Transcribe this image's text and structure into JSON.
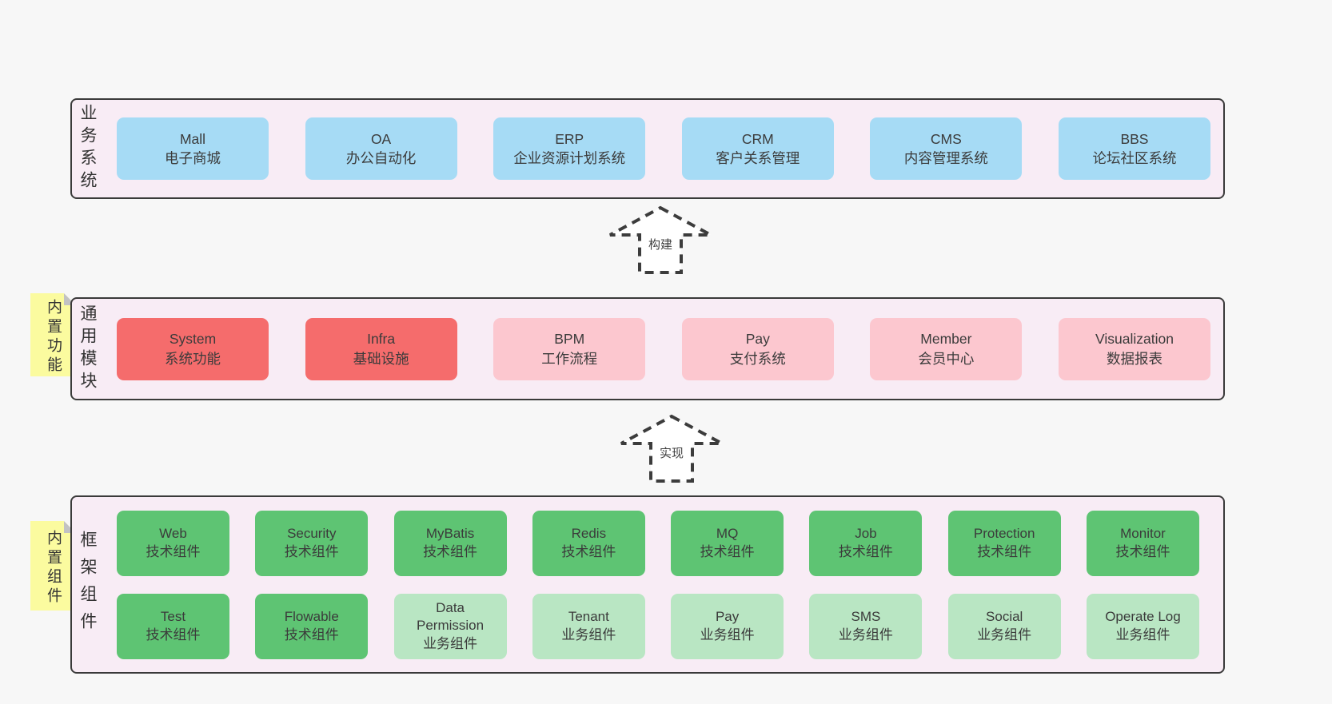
{
  "colors": {
    "page_bg": "#f7f7f7",
    "band_bg": "#f8ecf5",
    "band_border": "#3a3a3a",
    "box_blue": "#a6dbf5",
    "box_red": "#f56c6c",
    "box_pink": "#fcc7cf",
    "box_green": "#5ec473",
    "box_green_light": "#b9e6c3",
    "sticky_yellow": "#fbfb9f",
    "sticky_fold": "#c2c2c3",
    "text_dark": "#3b3b3b",
    "arrow_stroke": "#3c3c3c"
  },
  "arrows": [
    {
      "label": "构建"
    },
    {
      "label": "实现"
    }
  ],
  "bands": [
    {
      "label": "业务系统",
      "rows": [
        [
          {
            "title": "Mall",
            "subtitle": "电子商城",
            "variant": "blue"
          },
          {
            "title": "OA",
            "subtitle": "办公自动化",
            "variant": "blue"
          },
          {
            "title": "ERP",
            "subtitle": "企业资源计划系统",
            "variant": "blue"
          },
          {
            "title": "CRM",
            "subtitle": "客户关系管理",
            "variant": "blue"
          },
          {
            "title": "CMS",
            "subtitle": "内容管理系统",
            "variant": "blue"
          },
          {
            "title": "BBS",
            "subtitle": "论坛社区系统",
            "variant": "blue"
          }
        ]
      ]
    },
    {
      "label": "通用模块",
      "sticky": "内置功能",
      "rows": [
        [
          {
            "title": "System",
            "subtitle": "系统功能",
            "variant": "red"
          },
          {
            "title": "Infra",
            "subtitle": "基础设施",
            "variant": "red"
          },
          {
            "title": "BPM",
            "subtitle": "工作流程",
            "variant": "pink"
          },
          {
            "title": "Pay",
            "subtitle": "支付系统",
            "variant": "pink"
          },
          {
            "title": "Member",
            "subtitle": "会员中心",
            "variant": "pink"
          },
          {
            "title": "Visualization",
            "subtitle": "数据报表",
            "variant": "pink"
          }
        ]
      ]
    },
    {
      "label": "框架组件",
      "sticky": "内置组件",
      "rows": [
        [
          {
            "title": "Web",
            "subtitle": "技术组件",
            "variant": "green"
          },
          {
            "title": "Security",
            "subtitle": "技术组件",
            "variant": "green"
          },
          {
            "title": "MyBatis",
            "subtitle": "技术组件",
            "variant": "green"
          },
          {
            "title": "Redis",
            "subtitle": "技术组件",
            "variant": "green"
          },
          {
            "title": "MQ",
            "subtitle": "技术组件",
            "variant": "green"
          },
          {
            "title": "Job",
            "subtitle": "技术组件",
            "variant": "green"
          },
          {
            "title": "Protection",
            "subtitle": "技术组件",
            "variant": "green"
          },
          {
            "title": "Monitor",
            "subtitle": "技术组件",
            "variant": "green"
          }
        ],
        [
          {
            "title": "Test",
            "subtitle": "技术组件",
            "variant": "green"
          },
          {
            "title": "Flowable",
            "subtitle": "技术组件",
            "variant": "green"
          },
          {
            "title": "Data\nPermission",
            "subtitle": "业务组件",
            "variant": "green-light"
          },
          {
            "title": "Tenant",
            "subtitle": "业务组件",
            "variant": "green-light"
          },
          {
            "title": "Pay",
            "subtitle": "业务组件",
            "variant": "green-light"
          },
          {
            "title": "SMS",
            "subtitle": "业务组件",
            "variant": "green-light"
          },
          {
            "title": "Social",
            "subtitle": "业务组件",
            "variant": "green-light"
          },
          {
            "title": "Operate Log",
            "subtitle": "业务组件",
            "variant": "green-light"
          }
        ]
      ]
    }
  ]
}
